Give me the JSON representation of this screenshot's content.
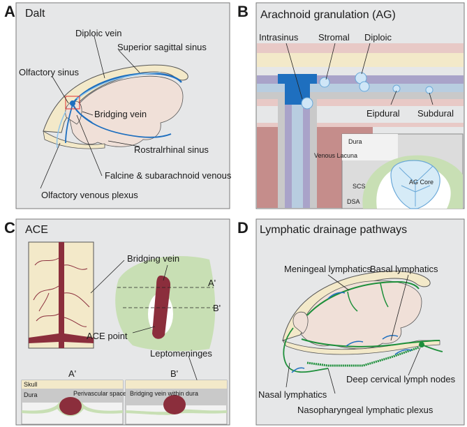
{
  "colors": {
    "panel_bg": "#e6e7e8",
    "skull": "#f3e9c9",
    "brain": "#f0e0d8",
    "vein_blue": "#1e6fbf",
    "light_blue": "#8fc4ea",
    "lymph_green": "#1d8f3a",
    "lepto_green": "#c8dfb4",
    "bridging_red": "#8b2e3c",
    "dura_gray": "#c9c9c9"
  },
  "panel_a": {
    "letter": "A",
    "title": "Dalt",
    "labels": {
      "diploic_vein": "Diploic vein",
      "superior_sagittal_sinus": "Superior sagittal sinus",
      "olfactory_sinus": "Olfactory sinus",
      "bridging_vein": "Bridging vein",
      "rostral_rhinal_sinus": "Rostralrhinal sinus",
      "falcine_subarachnoid": "Falcine & subarachnoid venous",
      "olfactory_venous_plexus": "Olfactory venous plexus"
    }
  },
  "panel_b": {
    "letter": "B",
    "title": "Arachnoid granulation (AG)",
    "labels": {
      "intrasinus": "Intrasinus",
      "stromal": "Stromal",
      "diploic": "Diploic",
      "epidural": "Eipdural",
      "subdural": "Subdural"
    },
    "inset": {
      "dura": "Dura",
      "venous_lacuna": "Venous Lacuna",
      "scs": "SCS",
      "ag_core": "AG Core",
      "dsa": "DSA"
    }
  },
  "panel_c": {
    "letter": "C",
    "title": "ACE",
    "labels": {
      "bridging_vein": "Bridging vein",
      "a_prime": "A'",
      "b_prime": "B'",
      "ace_point": "ACE point",
      "leptomeninges": "Leptomeninges"
    },
    "section_a": {
      "title": "A'",
      "skull": "Skull",
      "dura": "Dura",
      "perivascular": "Perivascular space"
    },
    "section_b": {
      "title": "B'",
      "bridging_within_dura": "Bridging vein within dura"
    }
  },
  "panel_d": {
    "letter": "D",
    "title": "Lymphatic drainage pathways",
    "labels": {
      "meningeal": "Meningeal lymphatics",
      "basal": "Basal lymphatics",
      "nasal": "Nasal lymphatics",
      "deep_cervical": "Deep cervical lymph nodes",
      "nasopharyngeal": "Nasopharyngeal lymphatic plexus"
    }
  }
}
